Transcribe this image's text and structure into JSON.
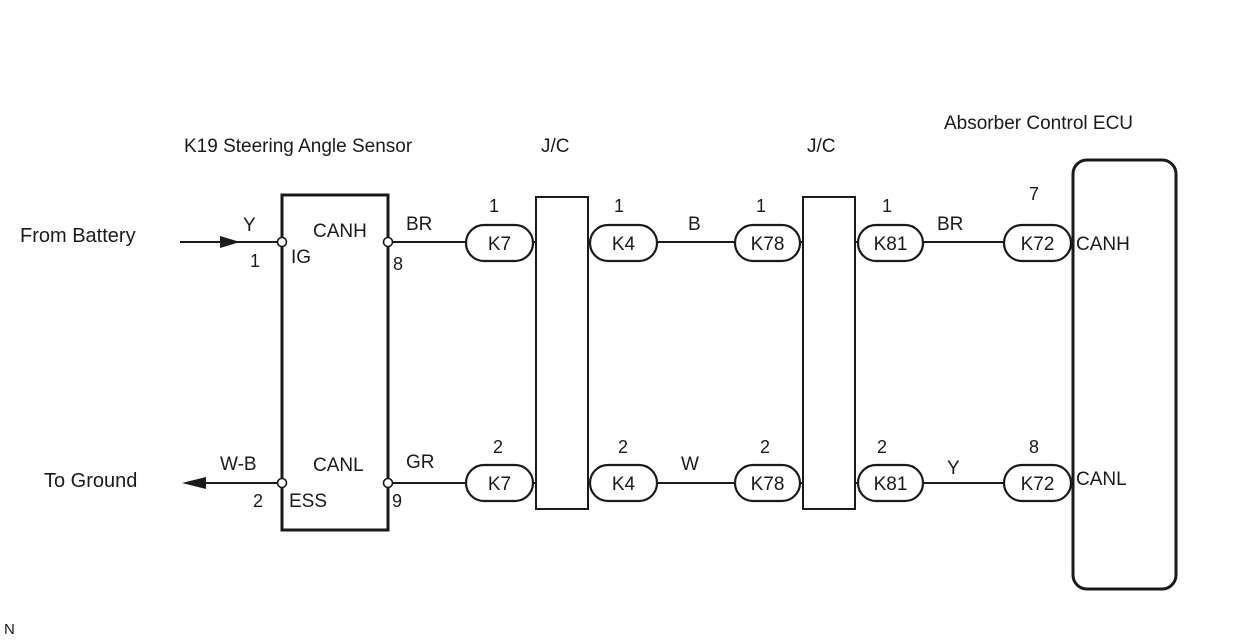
{
  "sensor": {
    "title": "K19 Steering Angle Sensor",
    "term_ig": "IG",
    "term_ess": "ESS",
    "term_canh": "CANH",
    "term_canl": "CANL"
  },
  "ecu": {
    "title": "Absorber Control ECU",
    "term_canh": "CANH",
    "term_canl": "CANL"
  },
  "jc": {
    "left_label": "J/C",
    "right_label": "J/C"
  },
  "battery": {
    "label": "From  Battery",
    "wire_color": "Y",
    "pin": "1"
  },
  "ground": {
    "label": "To Ground",
    "wire_color": "W-B",
    "pin": "2"
  },
  "sensor_pins": {
    "canh": "8",
    "canl": "9"
  },
  "wire_colors": {
    "canh": [
      "BR",
      "B",
      "BR"
    ],
    "canl": [
      "GR",
      "W",
      "Y"
    ]
  },
  "connectors": {
    "canh": [
      {
        "name": "K7",
        "pin": "1"
      },
      {
        "name": "K4",
        "pin": "1"
      },
      {
        "name": "K78",
        "pin": "1"
      },
      {
        "name": "K81",
        "pin": "1"
      },
      {
        "name": "K72",
        "pin": "7"
      }
    ],
    "canl": [
      {
        "name": "K7",
        "pin": "2"
      },
      {
        "name": "K4",
        "pin": "2"
      },
      {
        "name": "K78",
        "pin": "2"
      },
      {
        "name": "K81",
        "pin": "2"
      },
      {
        "name": "K72",
        "pin": "8"
      }
    ]
  },
  "corner_mark": "N"
}
